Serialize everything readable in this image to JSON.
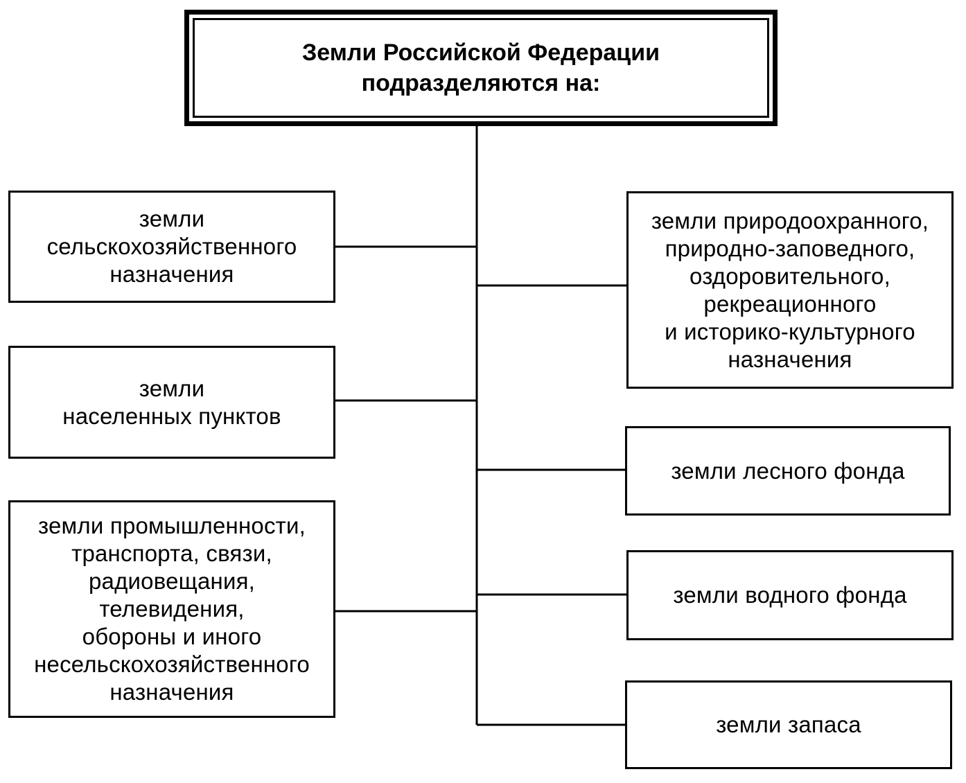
{
  "root": {
    "title": "Земли Российской Федерации\nподразделяются на:"
  },
  "categories": {
    "agricultural": "земли\nсельскохозяйственного\nназначения",
    "settlements": "земли\nнаселенных пунктов",
    "industry": "земли промышленности,\nтранспорта, связи,\nрадиовещания,\nтелевидения,\nобороны и иного\nнесельскохозяйственного\nназначения",
    "protected": "земли природоохранного,\nприродно-заповедного,\nоздоровительного,\nрекреационного\nи историко-культурного\nназначения",
    "forest": "земли лесного фонда",
    "water": "земли водного фонда",
    "reserve": "земли запаса"
  }
}
